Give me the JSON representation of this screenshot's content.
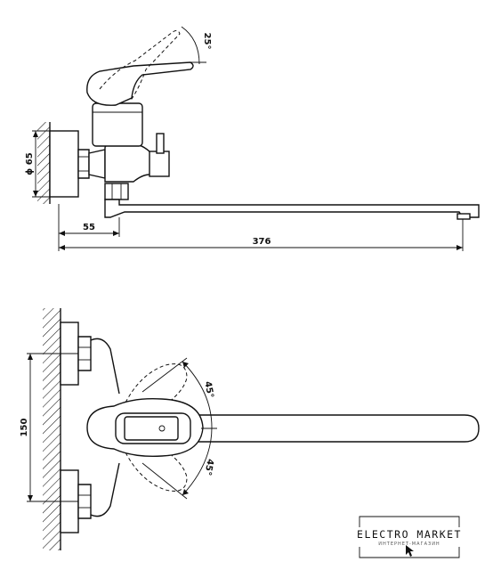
{
  "dimensions": {
    "angle_top": "25°",
    "diameter": "ϕ 65",
    "inset": "55",
    "length": "376",
    "height_bottom": "150",
    "angle_upper": "45°",
    "angle_lower": "45°"
  },
  "logo": {
    "main": "ELECTRO MARKET",
    "sub": "ИНТЕРНЕТ-МАГАЗИН"
  },
  "colors": {
    "line": "#111111",
    "background": "#ffffff"
  }
}
